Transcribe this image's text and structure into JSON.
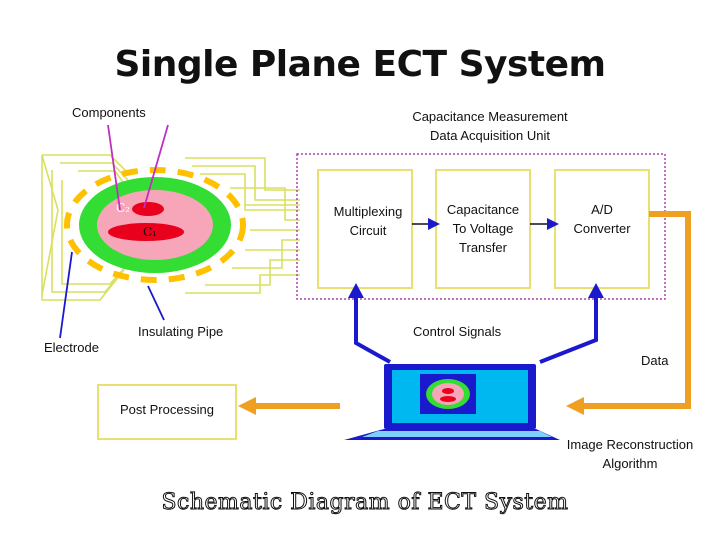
{
  "title": "Single Plane ECT System",
  "labels": {
    "components": "Components",
    "measurement_unit_line1": "Capacitance Measurement",
    "measurement_unit_line2": "Data Acquisition Unit",
    "electrode": "Electrode",
    "insulating_pipe": "Insulating Pipe",
    "control_signals": "Control Signals",
    "data": "Data",
    "post_processing": "Post Processing",
    "image_reconstruction_line1": "Image Reconstruction",
    "image_reconstruction_line2": "Algorithm"
  },
  "blocks": {
    "multiplexing_line1": "Multiplexing",
    "multiplexing_line2": "Circuit",
    "cv_line1": "Capacitance",
    "cv_line2": "To Voltage",
    "cv_line3": "Transfer",
    "ad_line1": "A/D",
    "ad_line2": "Converter"
  },
  "sensor_labels": {
    "c1": "C₁",
    "c2": "C₂"
  },
  "caption": "Schematic Diagram of ECT System",
  "colors": {
    "block_border": "#e8e070",
    "dashed_border": "#b040b0",
    "ground_green": "#33dd33",
    "pipe_pink": "#f7a5b8",
    "phase_red": "#e8001c",
    "electrode_orange": "#ffc000",
    "arrow_blue": "#1a1acc",
    "arrow_orange": "#f0a020",
    "screen_blue": "#00b8f0",
    "laptop_blue": "#1a1acc"
  }
}
